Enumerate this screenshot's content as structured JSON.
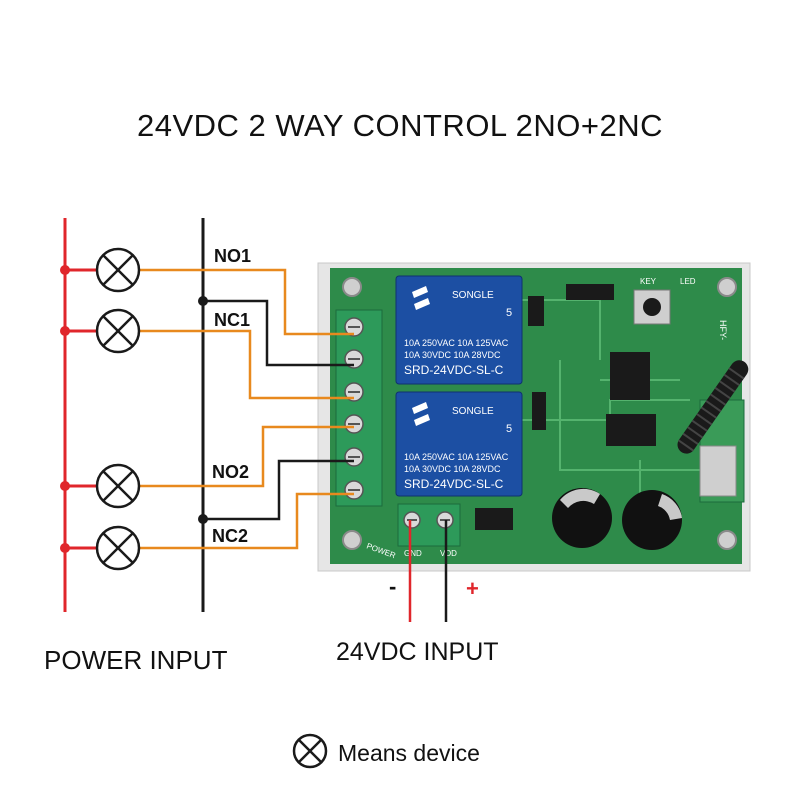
{
  "title": "24VDC 2 WAY CONTROL 2NO+2NC",
  "channels": {
    "no1": "NO1",
    "nc1": "NC1",
    "no2": "NO2",
    "nc2": "NC2"
  },
  "power_input_label": "POWER INPUT",
  "dc_input_label": "24VDC INPUT",
  "polarity": {
    "negative": "-",
    "positive": "+"
  },
  "legend": {
    "icon": "device-icon",
    "text": "Means device"
  },
  "board": {
    "relay_brand": "SONGLE",
    "relay_number": "5",
    "relay_rating_line1": "10A 250VAC  10A 125VAC",
    "relay_rating_line2": "10A  30VDC  10A  28VDC",
    "relay_model": "SRD-24VDC-SL-C",
    "power_silk": "POWER",
    "gnd_silk": "GND",
    "vdd_silk": "VDD",
    "key_silk": "KEY",
    "led_silk": "LED",
    "module_silk": "HFY-"
  },
  "colors": {
    "power_line": "#e0262b",
    "output_wire": "#e8891e",
    "return_wire": "#1a1a1a",
    "pcb": "#2e8b4a",
    "relay": "#1c4fa3",
    "terminal": "#2d9a5a"
  }
}
